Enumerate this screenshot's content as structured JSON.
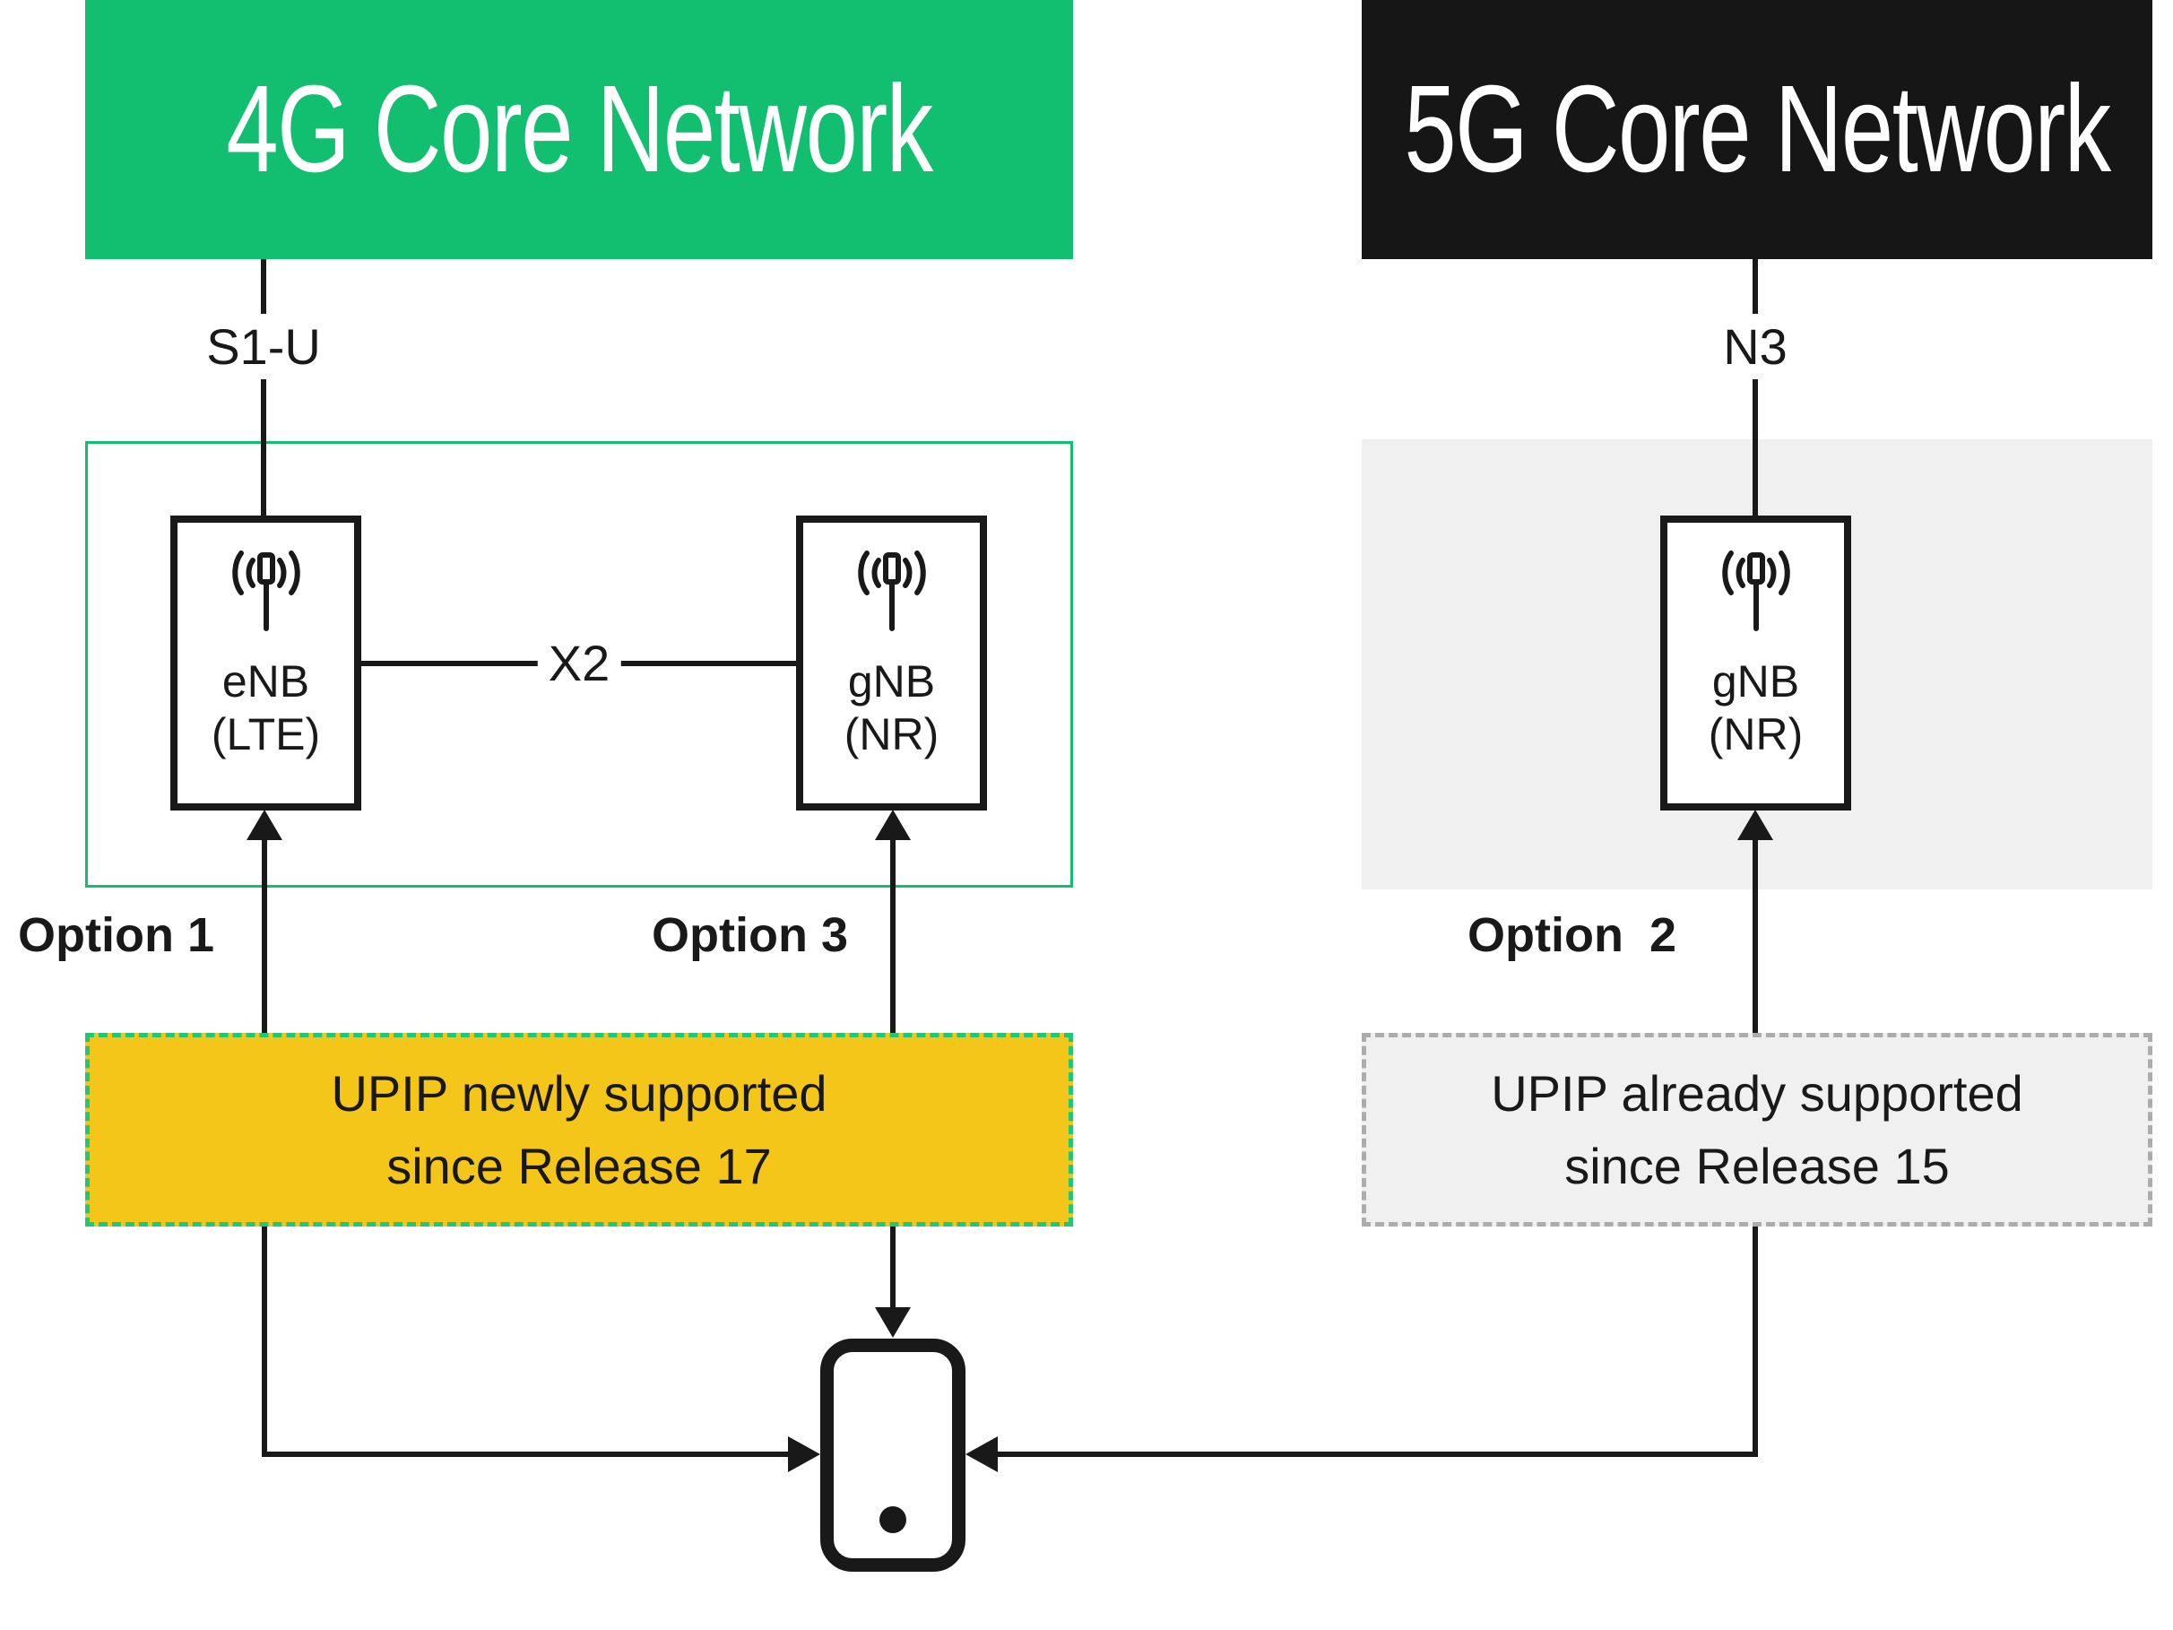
{
  "headers": {
    "left": "4G Core Network",
    "right": "5G Core Network"
  },
  "interface_labels": {
    "s1u": "S1-U",
    "n3": "N3",
    "x2": "X2"
  },
  "nodes": {
    "enb": {
      "name": "eNB",
      "tech": "(LTE)"
    },
    "gnb_nsa": {
      "name": "gNB",
      "tech": "(NR)"
    },
    "gnb_sa": {
      "name": "gNB",
      "tech": "(NR)"
    }
  },
  "options": {
    "opt1": "Option 1",
    "opt3": "Option 3",
    "opt2": "Option 2"
  },
  "notes": {
    "left": {
      "line1": "UPIP newly supported",
      "line2": "since Release 17"
    },
    "right": {
      "line1": "UPIP already supported",
      "line2": "since Release 15"
    }
  },
  "icons": {
    "antenna": "radio-tower-icon",
    "ue": "smartphone-icon"
  },
  "colors": {
    "green": "#12BE6F",
    "green_dash": "#1FC878",
    "black": "#161616",
    "yellow": "#F5C61A",
    "panel_gray": "#F0F0F0",
    "gray_dash": "#ACACAC",
    "line": "#191919",
    "text_on_header": "#FFFFFF"
  }
}
